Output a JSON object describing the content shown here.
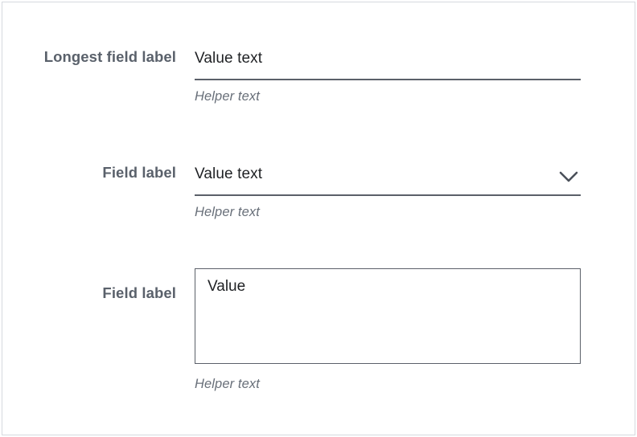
{
  "form": {
    "fields": [
      {
        "id": "text-field",
        "label": "Longest field label",
        "value": "Value text",
        "helper": "Helper text",
        "type": "text-input"
      },
      {
        "id": "select-field",
        "label": "Field label",
        "value": "Value text",
        "helper": "Helper text",
        "type": "select",
        "icon": "chevron-down-icon"
      },
      {
        "id": "textarea-field",
        "label": "Field label",
        "value": "Value",
        "helper": "Helper text",
        "type": "textarea"
      }
    ]
  },
  "colors": {
    "label": "#5a616b",
    "value": "#1f2124",
    "helper": "#686f79",
    "border": "#5b6069",
    "card_border": "#d6d9de",
    "background": "#ffffff"
  }
}
